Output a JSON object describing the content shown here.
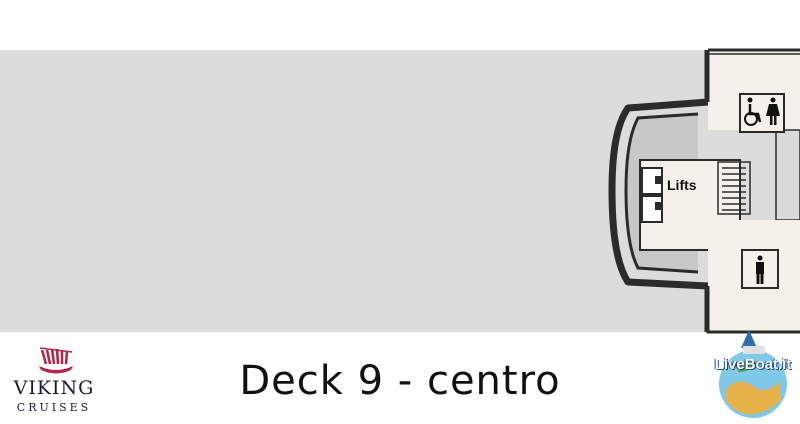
{
  "plan": {
    "lifts_label": "Lifts"
  },
  "icons": {
    "accessible_restroom": "wheelchair-icon",
    "women_restroom": "woman-icon",
    "men_restroom": "man-icon"
  },
  "footer": {
    "deck_title": "Deck 9 - centro",
    "cruise_line": "VIKING",
    "cruise_line_sub": "CRUISES",
    "watermark": "LiveBoat.it"
  },
  "colors": {
    "deck_fill": "#dcdcdc",
    "room_fill": "#f3f1ea",
    "hull_dark": "#2b2b2b",
    "logo_red": "#b32648",
    "logo_navy": "#1a1a3a"
  }
}
